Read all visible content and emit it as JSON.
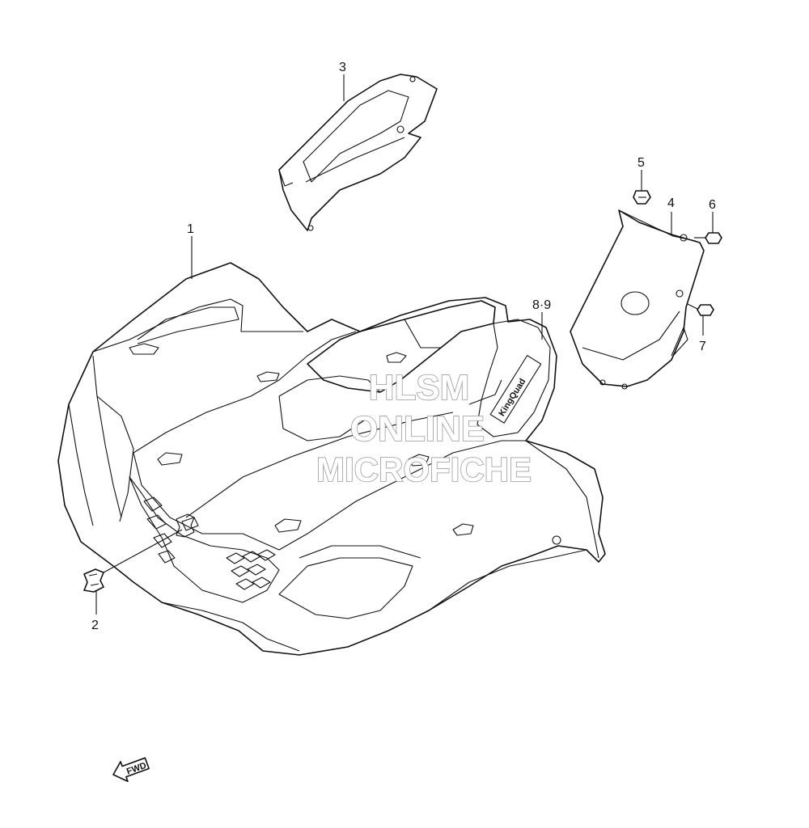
{
  "callouts": [
    {
      "id": "1",
      "label": "1"
    },
    {
      "id": "2",
      "label": "2"
    },
    {
      "id": "3",
      "label": "3"
    },
    {
      "id": "4",
      "label": "4"
    },
    {
      "id": "5",
      "label": "5"
    },
    {
      "id": "6",
      "label": "6"
    },
    {
      "id": "7",
      "label": "7"
    },
    {
      "id": "8-9",
      "label": "8·9"
    }
  ],
  "watermark": {
    "line1": "HLSM",
    "line2": "ONLINE",
    "line3": "MICROFICHE"
  },
  "emblem_text": "KingQuad",
  "direction_arrow": {
    "label": "FWD",
    "icon": "forward-arrow-icon"
  }
}
